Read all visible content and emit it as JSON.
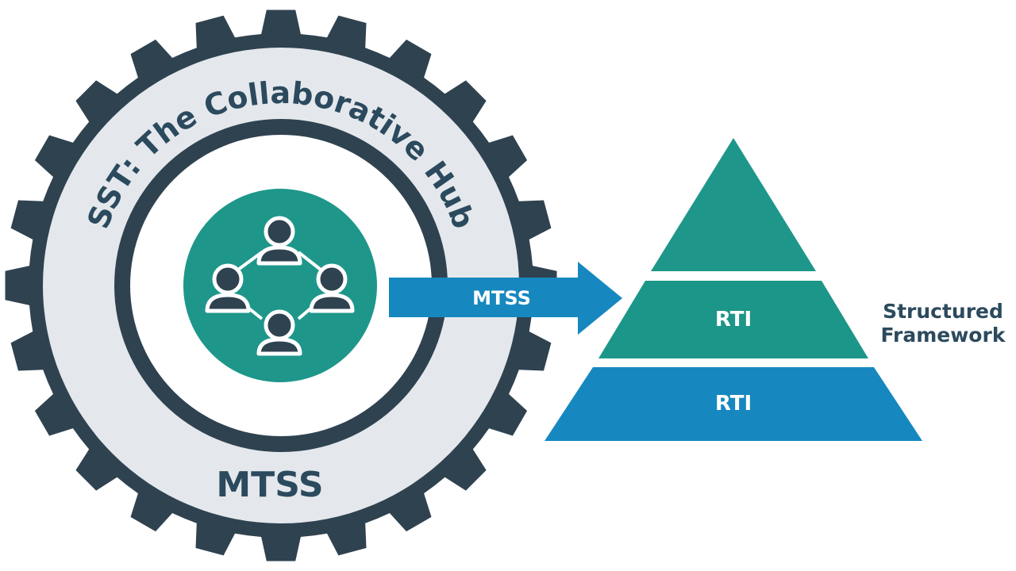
{
  "hub": {
    "ring_title": "SST: The Collaborative Hub",
    "bottom_label": "MTSS",
    "center_icon": "team-network-icon"
  },
  "arrow": {
    "label": "MTSS"
  },
  "pyramid": {
    "tiers": [
      {
        "label": ""
      },
      {
        "label": "RTI"
      },
      {
        "label": "RTI"
      }
    ],
    "side_label_line1": "Structured",
    "side_label_line2": "Framework"
  },
  "colors": {
    "gear_dark": "#2f4250",
    "ring_light": "#e4e8ec",
    "teal": "#1e978a",
    "teal_mid": "#1c9688",
    "blue": "#1788bf",
    "text_dark": "#2c4a5e"
  }
}
